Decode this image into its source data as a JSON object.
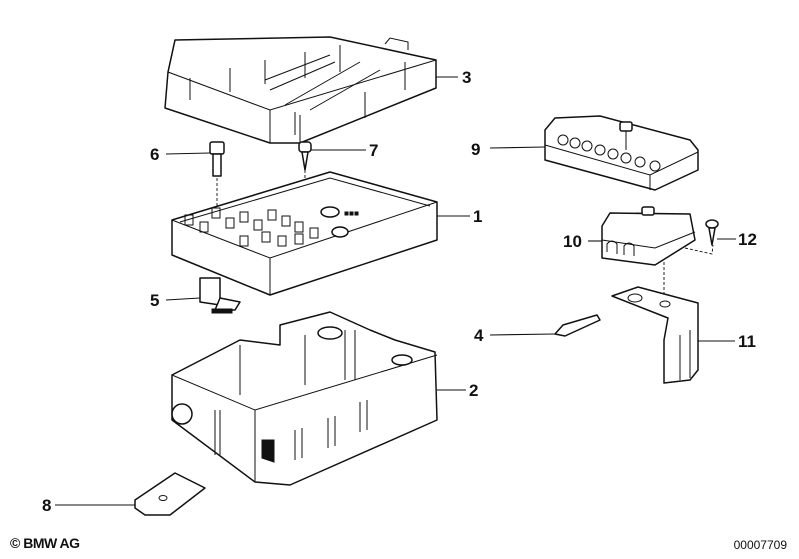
{
  "diagram": {
    "title": "Fuse box exploded view",
    "callouts": [
      {
        "id": "1",
        "label": "1",
        "part": "fuse-box-base"
      },
      {
        "id": "2",
        "label": "2",
        "part": "fuse-box-housing"
      },
      {
        "id": "3",
        "label": "3",
        "part": "fuse-box-cover"
      },
      {
        "id": "4",
        "label": "4",
        "part": "fuse"
      },
      {
        "id": "5",
        "label": "5",
        "part": "bracket-clip"
      },
      {
        "id": "6",
        "label": "6",
        "part": "screw"
      },
      {
        "id": "7",
        "label": "7",
        "part": "self-tapping-screw"
      },
      {
        "id": "8",
        "label": "8",
        "part": "mounting-plate"
      },
      {
        "id": "9",
        "label": "9",
        "part": "fuse-block"
      },
      {
        "id": "10",
        "label": "10",
        "part": "fuse-holder"
      },
      {
        "id": "11",
        "label": "11",
        "part": "holder-bracket"
      },
      {
        "id": "12",
        "label": "12",
        "part": "holder-screw"
      }
    ]
  },
  "footer": {
    "copyright": "© BMW AG",
    "diagram_number": "00007709"
  }
}
